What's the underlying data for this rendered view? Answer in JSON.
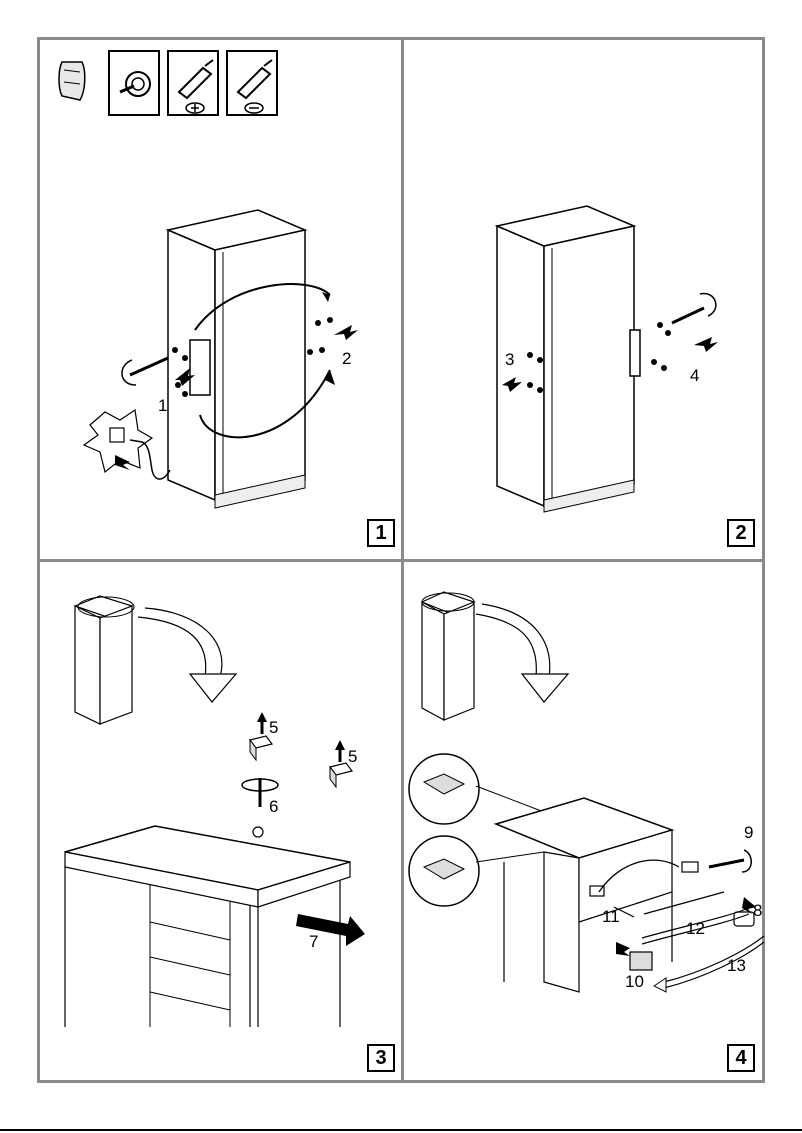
{
  "panels": [
    {
      "step": "1",
      "callouts": [
        "1",
        "2"
      ]
    },
    {
      "step": "2",
      "callouts": [
        "3",
        "4"
      ]
    },
    {
      "step": "3",
      "callouts": [
        "5",
        "5",
        "6",
        "7"
      ]
    },
    {
      "step": "4",
      "callouts": [
        "9",
        "8",
        "11",
        "12",
        "10",
        "13"
      ]
    }
  ],
  "tools": [
    "glove-icon",
    "torx-screwdriver-icon",
    "phillips-screwdriver-icon",
    "flat-screwdriver-icon"
  ],
  "colors": {
    "border": "#8a8a8a",
    "line": "#000000",
    "appliance_fill": "#ffffff",
    "shading": "#d0d0d0"
  }
}
